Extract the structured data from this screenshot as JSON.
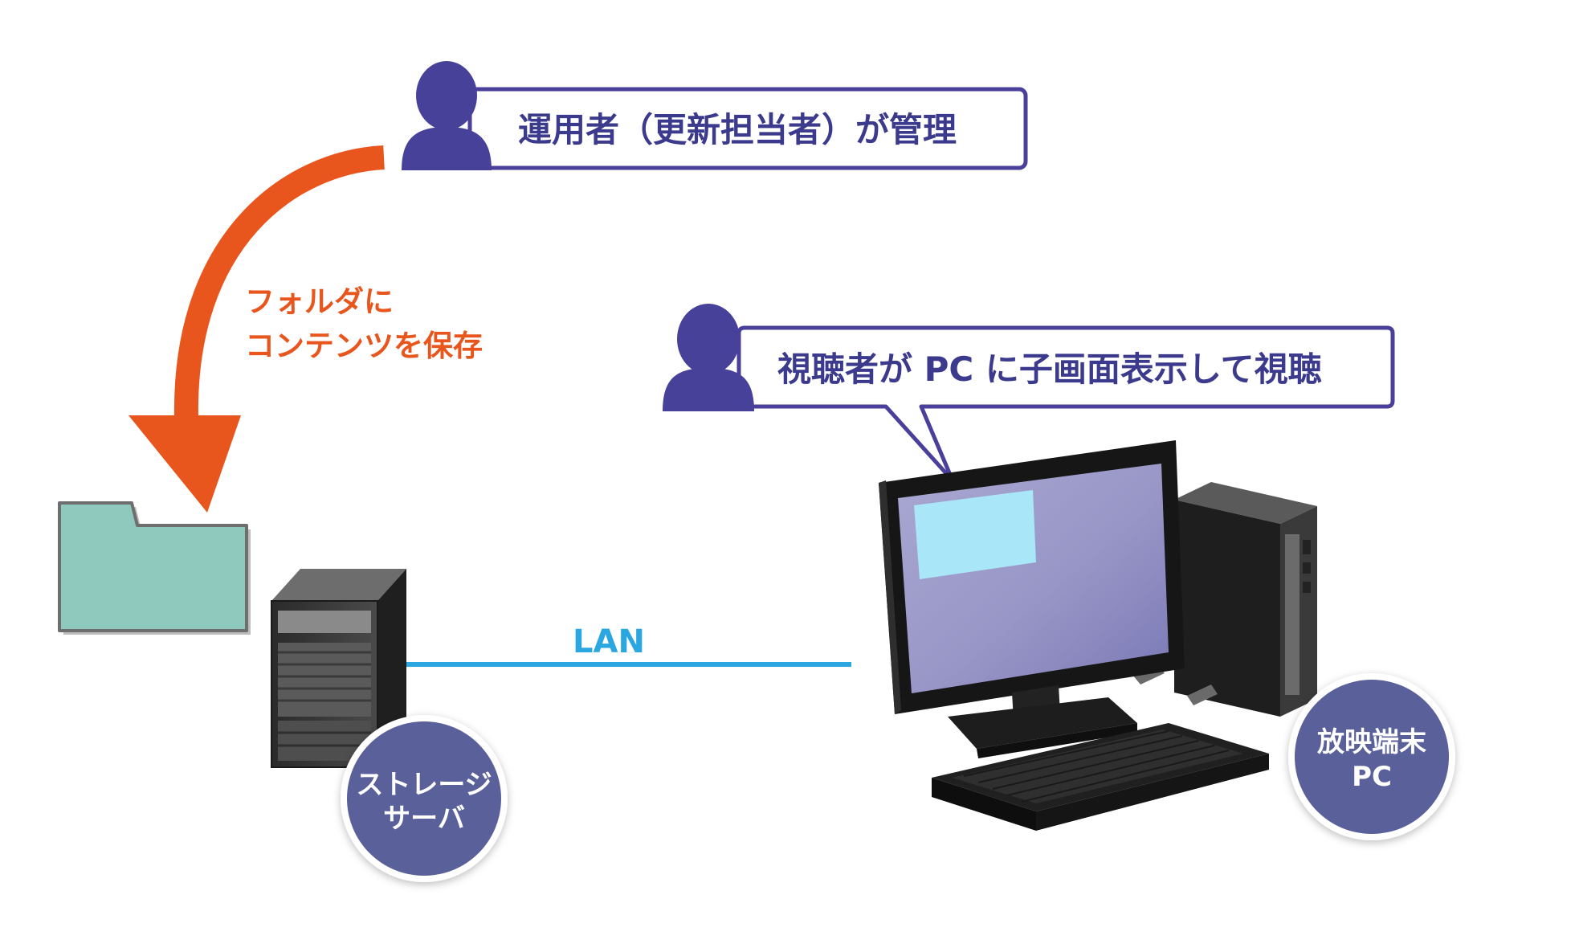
{
  "colors": {
    "user_icon": "#47419a",
    "callout_border": "#4a3f9a",
    "callout_text": "#3b3a8c",
    "arrow": "#e8561e",
    "lan_line": "#2aa6e0",
    "folder": "#8fc9be",
    "badge": "#5a609a",
    "screen": "#9b99c8",
    "sub_screen": "#a9e6f7"
  },
  "operator": {
    "icon": "user-icon",
    "callout": "運用者（更新担当者）が管理"
  },
  "viewer": {
    "icon": "user-icon",
    "callout": "視聴者が PC に子画面表示して視聴"
  },
  "save_action": {
    "line1": "フォルダに",
    "line2": "コンテンツを保存"
  },
  "connection": {
    "label": "LAN"
  },
  "storage": {
    "icon": "server-tower-icon",
    "folder_icon": "folder-icon",
    "badge_line1": "ストレージ",
    "badge_line2": "サーバ"
  },
  "terminal": {
    "icon": "desktop-pc-icon",
    "badge_line1": "放映端末",
    "badge_line2": "PC"
  }
}
